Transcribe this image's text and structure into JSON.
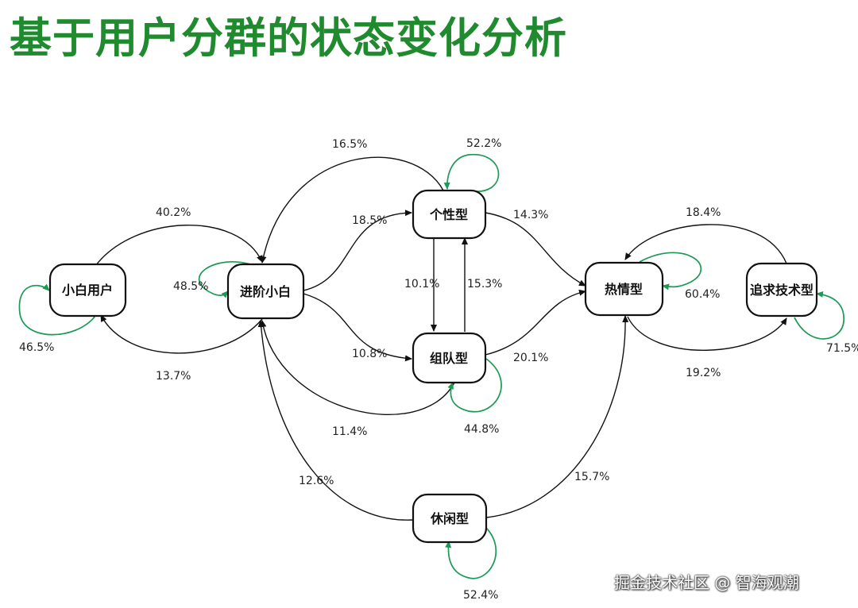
{
  "title": "基于用户分群的状态变化分析",
  "watermark": "掘金技术社区 @ 智海观潮",
  "nodes": {
    "xiaobai_user": "小白用户",
    "advanced_xiaobai": "进阶小白",
    "personality": "个性型",
    "team": "组队型",
    "enthusiast": "热情型",
    "tech_seeker": "追求技术型",
    "casual": "休闲型"
  },
  "transitions": {
    "xiaobai_to_advanced": "40.2%",
    "advanced_to_xiaobai": "13.7%",
    "xiaobai_self": "46.5%",
    "advanced_self": "48.5%",
    "advanced_to_personality": "18.5%",
    "advanced_to_team": "10.8%",
    "personality_to_advanced": "16.5%",
    "personality_self": "52.2%",
    "personality_to_team": "10.1%",
    "team_to_personality": "15.3%",
    "personality_to_enthusiast": "14.3%",
    "team_to_enthusiast": "20.1%",
    "team_to_advanced": "11.4%",
    "team_self": "44.8%",
    "enthusiast_self": "60.4%",
    "tech_to_enthusiast": "18.4%",
    "enthusiast_to_tech": "19.2%",
    "tech_self": "71.5%",
    "casual_to_advanced": "12.6%",
    "casual_to_enthusiast": "15.7%",
    "casual_self": "52.4%"
  }
}
